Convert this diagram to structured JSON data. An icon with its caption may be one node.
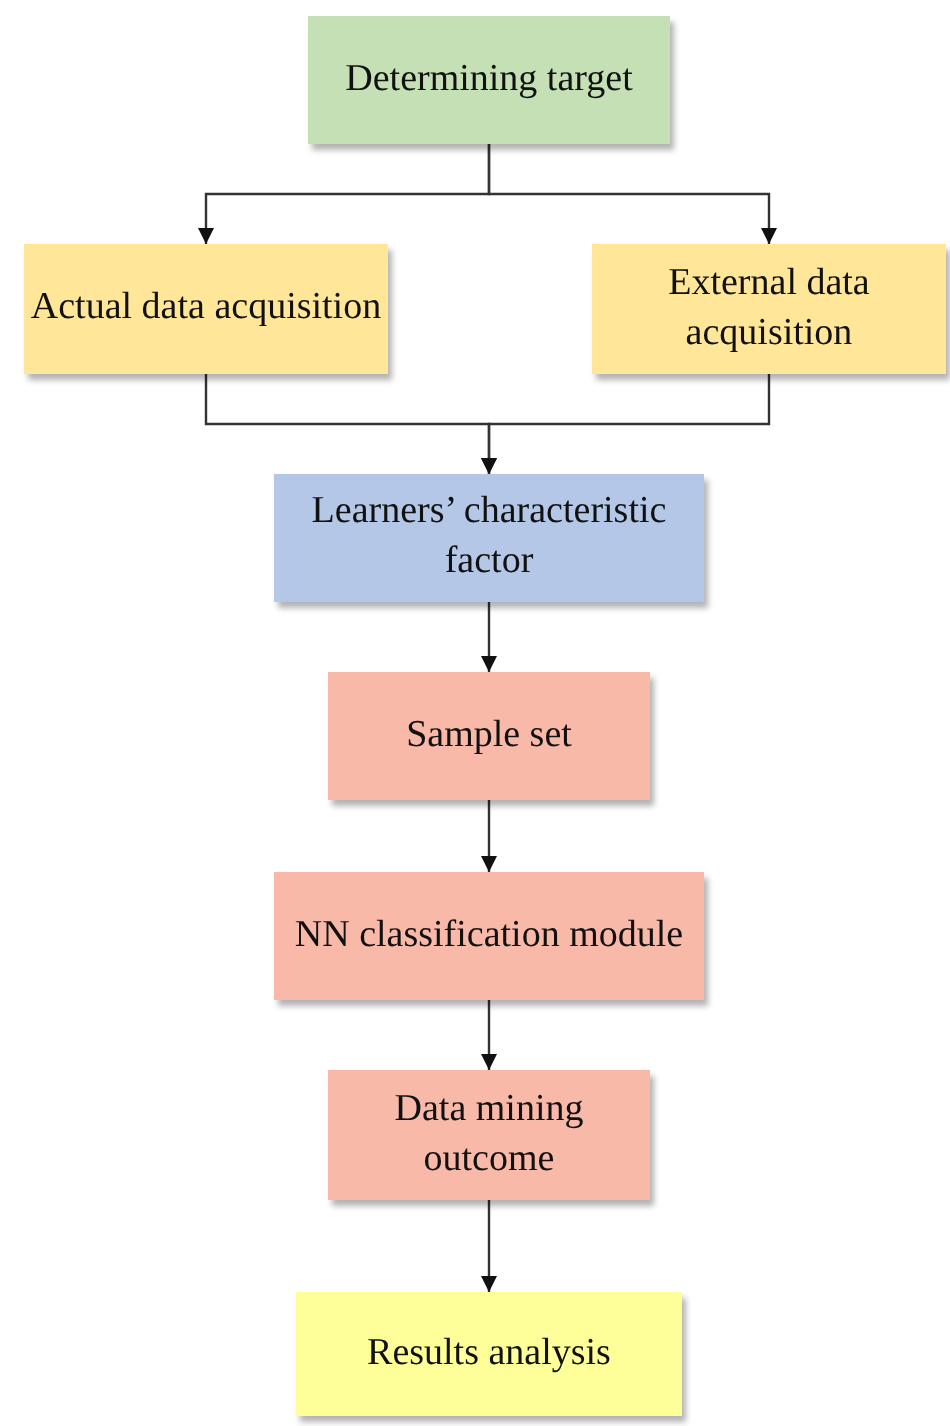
{
  "diagram": {
    "nodes": [
      {
        "text": [
          "Determining target"
        ]
      },
      {
        "text": [
          "Actual data acquisition"
        ]
      },
      {
        "text": [
          "External data acquisition"
        ]
      },
      {
        "text": [
          "Learners’ characteristic factor"
        ]
      },
      {
        "text": [
          "Sample set"
        ]
      },
      {
        "text": [
          "NN classification module"
        ]
      },
      {
        "text": [
          "Data mining outcome"
        ]
      },
      {
        "text": [
          "Results analysis"
        ]
      }
    ],
    "edges": [
      {
        "from": 0,
        "to": 1,
        "arrow": "to"
      },
      {
        "from": 0,
        "to": 2,
        "arrow": "to"
      },
      {
        "from": 1,
        "to": 3,
        "arrow": "to"
      },
      {
        "from": 2,
        "to": 3,
        "arrow": "to"
      },
      {
        "from": 3,
        "to": 4,
        "arrow": "to"
      },
      {
        "from": 4,
        "to": 5,
        "arrow": "to"
      },
      {
        "from": 5,
        "to": 6,
        "arrow": "to"
      },
      {
        "from": 6,
        "to": 7,
        "arrow": "to"
      }
    ]
  }
}
